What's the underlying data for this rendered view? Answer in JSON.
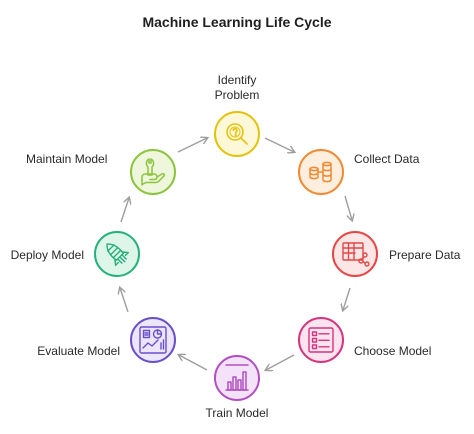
{
  "title": "Machine Learning Life Cycle",
  "stages": [
    {
      "label": "Identify Problem",
      "icon": "magnifier-question-icon",
      "color": "#e3c20e",
      "fill": "#fdf9d8"
    },
    {
      "label": "Collect Data",
      "icon": "database-icon",
      "color": "#ef8a33",
      "fill": "#fdeedd"
    },
    {
      "label": "Prepare Data",
      "icon": "table-share-icon",
      "color": "#e54646",
      "fill": "#fde6e6"
    },
    {
      "label": "Choose Model",
      "icon": "checklist-icon",
      "color": "#d6347d",
      "fill": "#fbe3ef"
    },
    {
      "label": "Train Model",
      "icon": "bar-chart-icon",
      "color": "#b14fc2",
      "fill": "#f4e3f8"
    },
    {
      "label": "Evaluate Model",
      "icon": "dashboard-icon",
      "color": "#6b4ecb",
      "fill": "#ebe6fa"
    },
    {
      "label": "Deploy Model",
      "icon": "rocket-icon",
      "color": "#27b07a",
      "fill": "#def5ea"
    },
    {
      "label": "Maintain Model",
      "icon": "wrench-hand-icon",
      "color": "#8cc43d",
      "fill": "#eef7dc"
    }
  ],
  "colors": {
    "arrow": "#9e9e9e"
  }
}
